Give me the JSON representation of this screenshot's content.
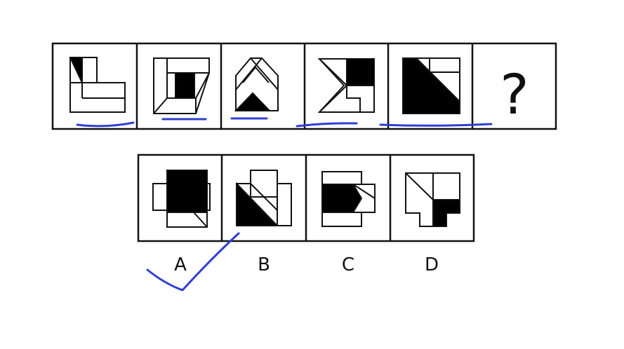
{
  "question_row": {
    "cells": [
      {
        "id": "figure-1"
      },
      {
        "id": "figure-2"
      },
      {
        "id": "figure-3"
      },
      {
        "id": "figure-4"
      },
      {
        "id": "figure-5"
      },
      {
        "id": "unknown",
        "symbol": "?"
      }
    ]
  },
  "options": [
    {
      "label": "A"
    },
    {
      "label": "B"
    },
    {
      "label": "C"
    },
    {
      "label": "D"
    }
  ],
  "annotations": {
    "ink_color": "#2e3fd4",
    "selected_option": "A"
  }
}
